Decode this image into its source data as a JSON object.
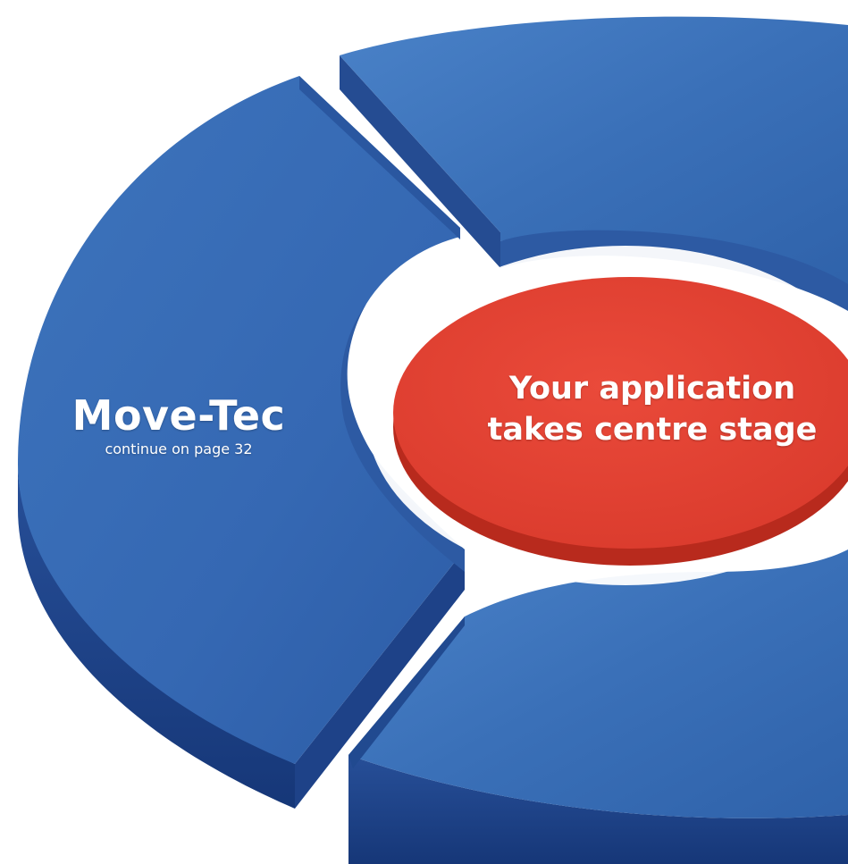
{
  "segment": {
    "title": "Move-Tec",
    "subtitle": "continue on page 32"
  },
  "center": {
    "text_line_1": "Your application",
    "text_line_2": "takes centre stage"
  },
  "colors": {
    "segment_top": "#3a70b8",
    "segment_side": "#1b3f86",
    "center_fill": "#e24133",
    "center_rim": "#b82a1d",
    "background": "#ffffff"
  }
}
